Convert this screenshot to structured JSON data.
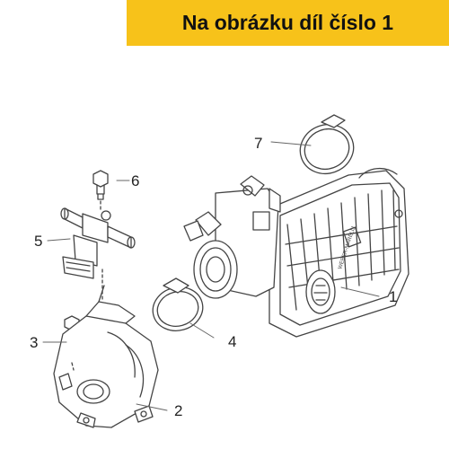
{
  "banner": {
    "text": "Na obrázku díl číslo 1",
    "background": "#f7c21a"
  },
  "callouts": {
    "c1": "1",
    "c2": "2",
    "c3": "3",
    "c4": "4",
    "c5": "5",
    "c6": "6",
    "c7": "7"
  },
  "parts": {
    "throttle_body_cover_text": "WEBER-MARELLI"
  },
  "colors": {
    "line": "#444444",
    "fill": "#ffffff",
    "text": "#222222"
  }
}
